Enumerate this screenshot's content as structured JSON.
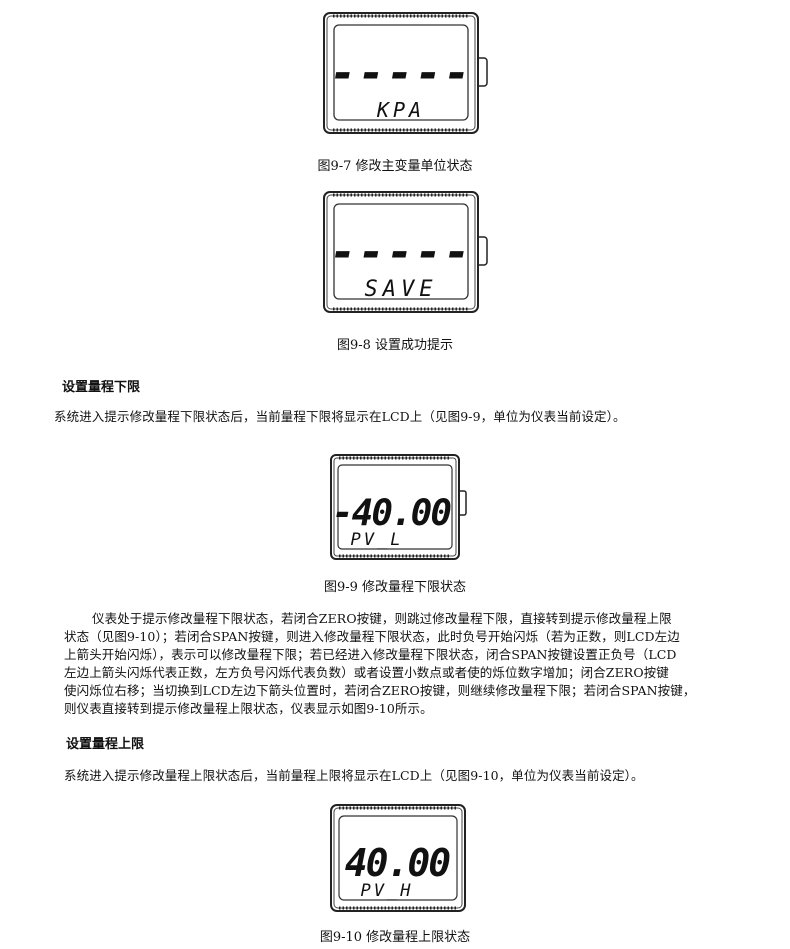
{
  "figures": [
    {
      "id": "fig-9-7",
      "lcd_top": "-----",
      "lcd_bottom": "KPA",
      "caption": "图9-7  修改主变量单位状态"
    },
    {
      "id": "fig-9-8",
      "lcd_top": "-----",
      "lcd_bottom": "SAVE",
      "caption": "图9-8  设置成功提示"
    },
    {
      "id": "fig-9-9",
      "lcd_top": "-40.00",
      "lcd_bottom": "PV_L",
      "caption": "图9-9  修改量程下限状态"
    },
    {
      "id": "fig-9-10",
      "lcd_top": "40.00",
      "lcd_bottom": "PV_H",
      "caption": "图9-10  修改量程上限状态"
    }
  ],
  "section_lower": {
    "heading": "设置量程下限",
    "intro": "系统进入提示修改量程下限状态后，当前量程下限将显示在LCD上（见图9-9，单位为仪表当前设定）。",
    "paragraph_lines": [
      "仪表处于提示修改量程下限状态，若闭合ZERO按键，则跳过修改量程下限，直接转到提示修改量程上限",
      "状态（见图9-10）；若闭合SPAN按键，则进入修改量程下限状态，此时负号开始闪烁（若为正数，则LCD左边",
      "上箭头开始闪烁），表示可以修改量程下限；若已经进入修改量程下限状态，闭合SPAN按键设置正负号（LCD",
      "左边上箭头闪烁代表正数，左方负号闪烁代表负数）或者设置小数点或者使的烁位数字增加；闭合ZERO按键",
      "使闪烁位右移；当切换到LCD左边下箭头位置时，若闭合ZERO按键，则继续修改量程下限；若闭合SPAN按键，",
      "则仪表直接转到提示修改量程上限状态，仪表显示如图9-10所示。"
    ]
  },
  "section_upper": {
    "heading": "设置量程上限",
    "intro": "系统进入提示修改量程上限状态后，当前量程上限将显示在LCD上（见图9-10，单位为仪表当前设定）。"
  }
}
